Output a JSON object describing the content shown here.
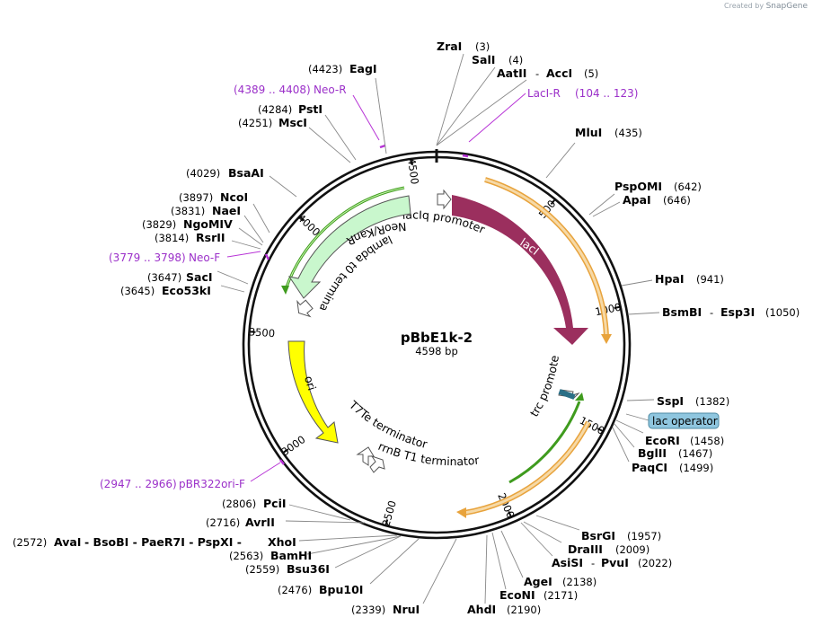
{
  "branding": {
    "created_by": "Created by",
    "app": "SnapGene"
  },
  "plasmid": {
    "name": "pBbE1k-2",
    "size_label": "4598 bp",
    "length": 4598
  },
  "ticks": [
    "500",
    "1000",
    "1500",
    "2000",
    "2500",
    "3000",
    "3500",
    "4000",
    "4500"
  ],
  "colors": {
    "lacI": "#9b2f5e",
    "neo": "#c9f7cd",
    "ori": "#ffff00",
    "orf": "#e8a33c",
    "orf_fill": "#f6d9a6",
    "green_arrow": "#3f9b1e",
    "primer": "#b733d6",
    "operator": "#8fc6df"
  },
  "enzymes": [
    {
      "name": "ZraI",
      "pos": "(3)"
    },
    {
      "name": "SalI",
      "pos": "(4)"
    },
    {
      "name": "AatII",
      "sep": "-",
      "name2": "AccI",
      "pos": "(5)"
    },
    {
      "name": "MluI",
      "pos": "(435)"
    },
    {
      "name": "PspOMI",
      "pos": "(642)"
    },
    {
      "name": "ApaI",
      "pos": "(646)"
    },
    {
      "name": "HpaI",
      "pos": "(941)"
    },
    {
      "name": "BsmBI",
      "sep": "-",
      "name2": "Esp3I",
      "pos": "(1050)"
    },
    {
      "name": "SspI",
      "pos": "(1382)"
    },
    {
      "name": "EcoRI",
      "pos": "(1458)"
    },
    {
      "name": "BglII",
      "pos": "(1467)"
    },
    {
      "name": "PaqCI",
      "pos": "(1499)"
    },
    {
      "name": "BsrGI",
      "pos": "(1957)"
    },
    {
      "name": "DraIII",
      "pos": "(2009)"
    },
    {
      "name": "AsiSI",
      "sep": "-",
      "name2": "PvuI",
      "pos": "(2022)"
    },
    {
      "name": "AgeI",
      "pos": "(2138)"
    },
    {
      "name": "EcoNI",
      "pos": "(2171)"
    },
    {
      "name": "AhdI",
      "pos": "(2190)"
    },
    {
      "name": "NruI",
      "pos": "(2339)"
    },
    {
      "name": "Bpu10I",
      "pos": "(2476)"
    },
    {
      "name": "Bsu36I",
      "pos": "(2559)"
    },
    {
      "name": "BamHI",
      "pos": "(2563)"
    },
    {
      "name": "AvaI",
      "sep": "- BsoBI - PaeR7I - PspXI -",
      "name2": "XhoI",
      "pos": "(2572)"
    },
    {
      "name": "AvrII",
      "pos": "(2716)"
    },
    {
      "name": "PciI",
      "pos": "(2806)"
    },
    {
      "name": "SacI",
      "pos": "(3647)"
    },
    {
      "name": "Eco53kI",
      "pos": "(3645)"
    },
    {
      "name": "RsrII",
      "pos": "(3814)"
    },
    {
      "name": "NgoMIV",
      "pos": "(3829)"
    },
    {
      "name": "NaeI",
      "pos": "(3831)"
    },
    {
      "name": "NcoI",
      "pos": "(3897)"
    },
    {
      "name": "BsaAI",
      "pos": "(4029)"
    },
    {
      "name": "MscI",
      "pos": "(4251)"
    },
    {
      "name": "PstI",
      "pos": "(4284)"
    },
    {
      "name": "EagI",
      "pos": "(4423)"
    }
  ],
  "primers": [
    {
      "name": "LacI-R",
      "range": "(104 .. 123)"
    },
    {
      "name": "Neo-R",
      "range": "(4389 .. 4408)"
    },
    {
      "name": "Neo-F",
      "range": "(3779 .. 3798)"
    },
    {
      "name": "pBR322ori-F",
      "range": "(2947 .. 2966)"
    }
  ],
  "features": {
    "lacI": "lacI",
    "lacIq_promoter": "lacIq promoter",
    "neo": "NeoR/KanR",
    "lambda": "lambda t0 terminator",
    "ori": "ori",
    "trc": "trc promoter",
    "t7te": "T7Te terminator",
    "rrnb": "rrnB T1 terminator",
    "lac_operator": "lac operator"
  }
}
